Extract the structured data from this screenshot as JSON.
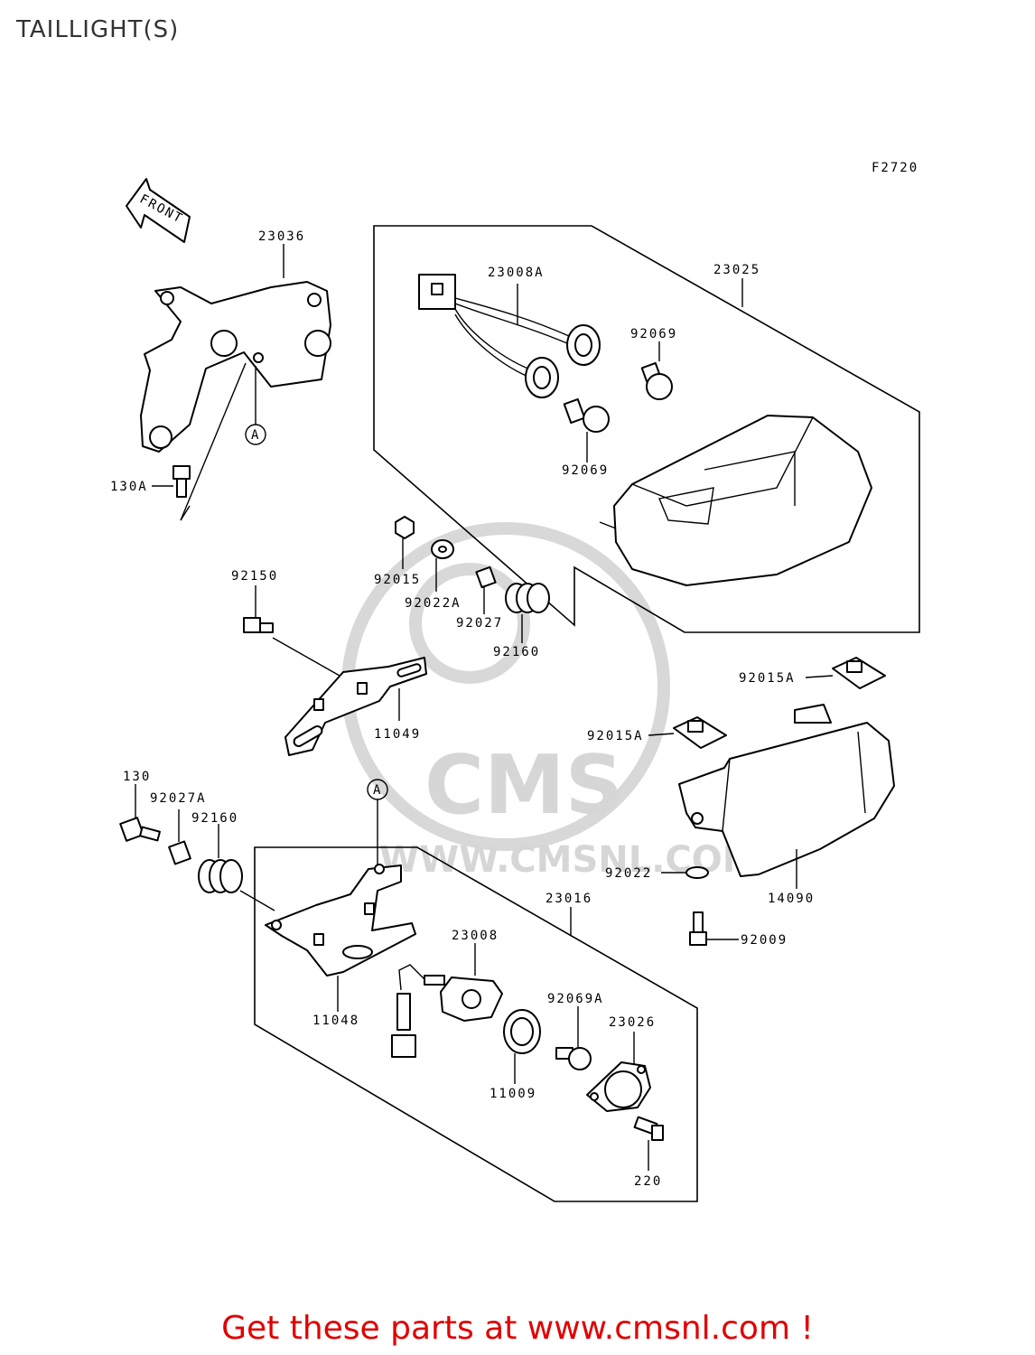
{
  "title": "TAILLIGHT(S)",
  "figure_code": "F2720",
  "front_arrow": "FRONT",
  "ref_marker": "A",
  "parts": {
    "p23036": "23036",
    "p23008A": "23008A",
    "p23025": "23025",
    "p92069_top": "92069",
    "p92069_bottom": "92069",
    "p130A": "130A",
    "p92015": "92015",
    "p92022A": "92022A",
    "p92027": "92027",
    "p92160_top": "92160",
    "p92150": "92150",
    "p11049": "11049",
    "p92015A_right": "92015A",
    "p92015A_mid": "92015A",
    "p130": "130",
    "p92027A": "92027A",
    "p92160_bottom": "92160",
    "p23016": "23016",
    "p92022": "92022",
    "p14090": "14090",
    "p92009": "92009",
    "p23008": "23008",
    "p11048": "11048",
    "p92069A": "92069A",
    "p23026": "23026",
    "p11009": "11009",
    "p220": "220"
  },
  "watermark": {
    "logo": "CMS",
    "url": "WWW.CMSNL.COM"
  },
  "promo": "Get these parts at www.cmsnl.com !",
  "colors": {
    "promo": "#e00000",
    "line": "#000000",
    "watermark": "#d6d6d6"
  }
}
